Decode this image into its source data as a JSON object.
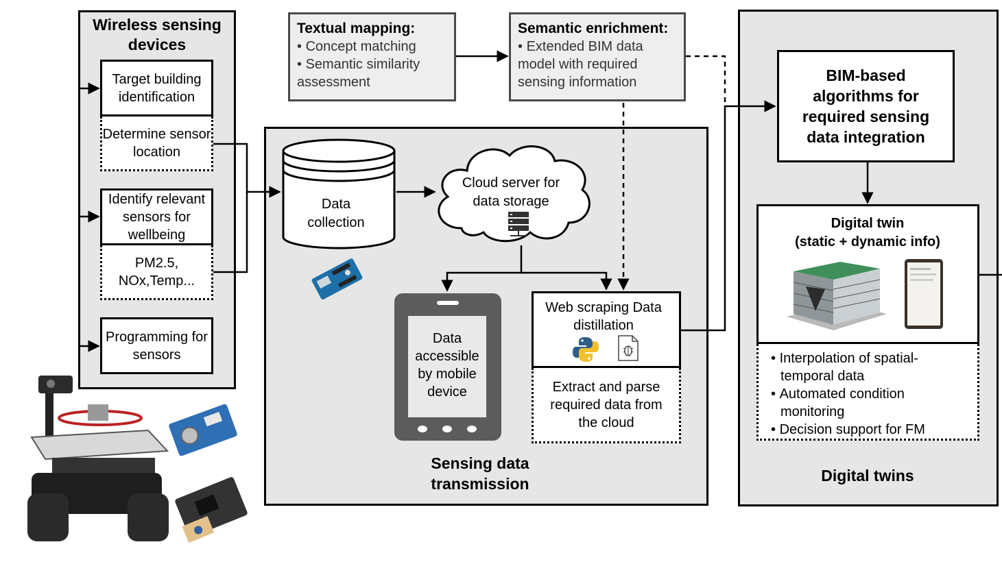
{
  "wireless": {
    "title": "Wireless sensing devices",
    "box1": "Target building identification",
    "box2": "Determine sensor location",
    "box3": "Identify relevant sensors for wellbeing",
    "box4": "PM2.5, NOx,Temp...",
    "box5": "Programming for sensors"
  },
  "textual_mapping": {
    "title": "Textual mapping:",
    "items": [
      "Concept matching",
      "Semantic similarity assessment"
    ]
  },
  "semantic_enrichment": {
    "title": "Semantic enrichment:",
    "items": [
      "Extended BIM data model with required sensing information"
    ]
  },
  "transmission": {
    "title": "Sensing data transmission",
    "data_collection": "Data collection",
    "cloud": "Cloud server for data storage",
    "mobile": "Data accessible by mobile device",
    "web_scraping": "Web scraping Data distillation",
    "extract": "Extract and parse required data from the cloud"
  },
  "digital_twins": {
    "title": "Digital twins",
    "bim_algorithms": "BIM-based algorithms for required sensing data integration",
    "twin_title": "Digital twin",
    "twin_subtitle": "(static + dynamic info)",
    "items": [
      "Interpolation of spatial-temporal data",
      "Automated condition monitoring",
      "Decision support for FM"
    ]
  },
  "colors": {
    "panel": "#e6e6e6",
    "python_blue": "#2e5d8a",
    "python_yellow": "#f2c12e"
  },
  "icons": [
    "database-icon",
    "cloud-icon",
    "server-icon",
    "python-icon",
    "file-bug-icon",
    "phone-icon",
    "sensor-board-icon",
    "robot-icon",
    "building-model-icon"
  ]
}
